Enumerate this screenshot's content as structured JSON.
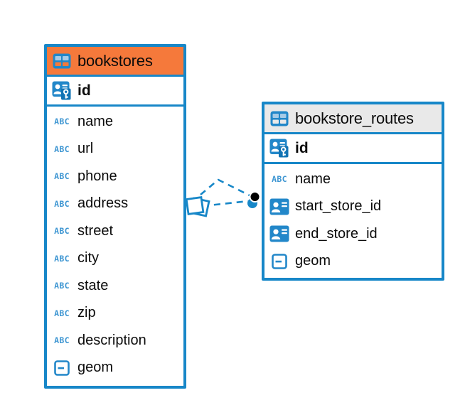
{
  "diagram": {
    "type_icons": {
      "text_label": "ABC"
    },
    "tables": [
      {
        "name": "bookstores",
        "header_style": "orange",
        "header_color": "#F5793B",
        "primary_key": "id",
        "columns": [
          {
            "name": "name",
            "type": "text"
          },
          {
            "name": "url",
            "type": "text"
          },
          {
            "name": "phone",
            "type": "text"
          },
          {
            "name": "address",
            "type": "text"
          },
          {
            "name": "street",
            "type": "text"
          },
          {
            "name": "city",
            "type": "text"
          },
          {
            "name": "state",
            "type": "text"
          },
          {
            "name": "zip",
            "type": "text"
          },
          {
            "name": "description",
            "type": "text"
          },
          {
            "name": "geom",
            "type": "object"
          }
        ]
      },
      {
        "name": "bookstore_routes",
        "header_style": "gray",
        "header_color": "#E9E9E9",
        "primary_key": "id",
        "columns": [
          {
            "name": "name",
            "type": "text"
          },
          {
            "name": "start_store_id",
            "type": "reference"
          },
          {
            "name": "end_store_id",
            "type": "reference"
          },
          {
            "name": "geom",
            "type": "object"
          }
        ]
      }
    ],
    "relationship": {
      "source_table": "bookstores",
      "target_table": "bookstore_routes",
      "line_style": "dashed",
      "line_count": 2
    },
    "colors": {
      "accent_blue": "#1787C8",
      "icon_blue": "#2287C9",
      "icon_cell_light": "#A6CBE7",
      "key_panel_blue": "#1173B4",
      "type_text_blue": "#3E96D2",
      "header_orange": "#F5793B",
      "header_gray": "#E9E9E9",
      "endpoint_black": "#000000",
      "text": "#0B0B0B",
      "background": "#FFFFFF"
    }
  }
}
